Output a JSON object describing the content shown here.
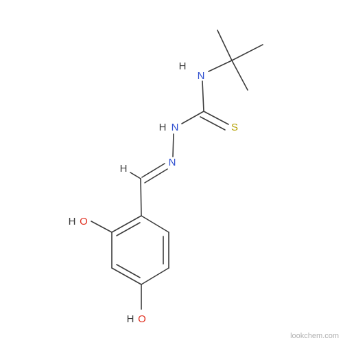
{
  "molecule": {
    "atoms": {
      "n1": "N",
      "n1_h": "H",
      "n2": "N",
      "n2_h": "H",
      "n3": "N",
      "s1": "S",
      "o1": "O",
      "o1_h": "H",
      "o2": "O",
      "o2_h": "H",
      "ch": "H"
    },
    "colors": {
      "bond": "#3c3c3c",
      "nitrogen": "#3050d0",
      "sulfur": "#b5a100",
      "oxygen": "#e03020",
      "hydrogen": "#3c3c3c"
    }
  },
  "watermark": {
    "text": "lookchem.com",
    "color": "#b0b0b0"
  }
}
